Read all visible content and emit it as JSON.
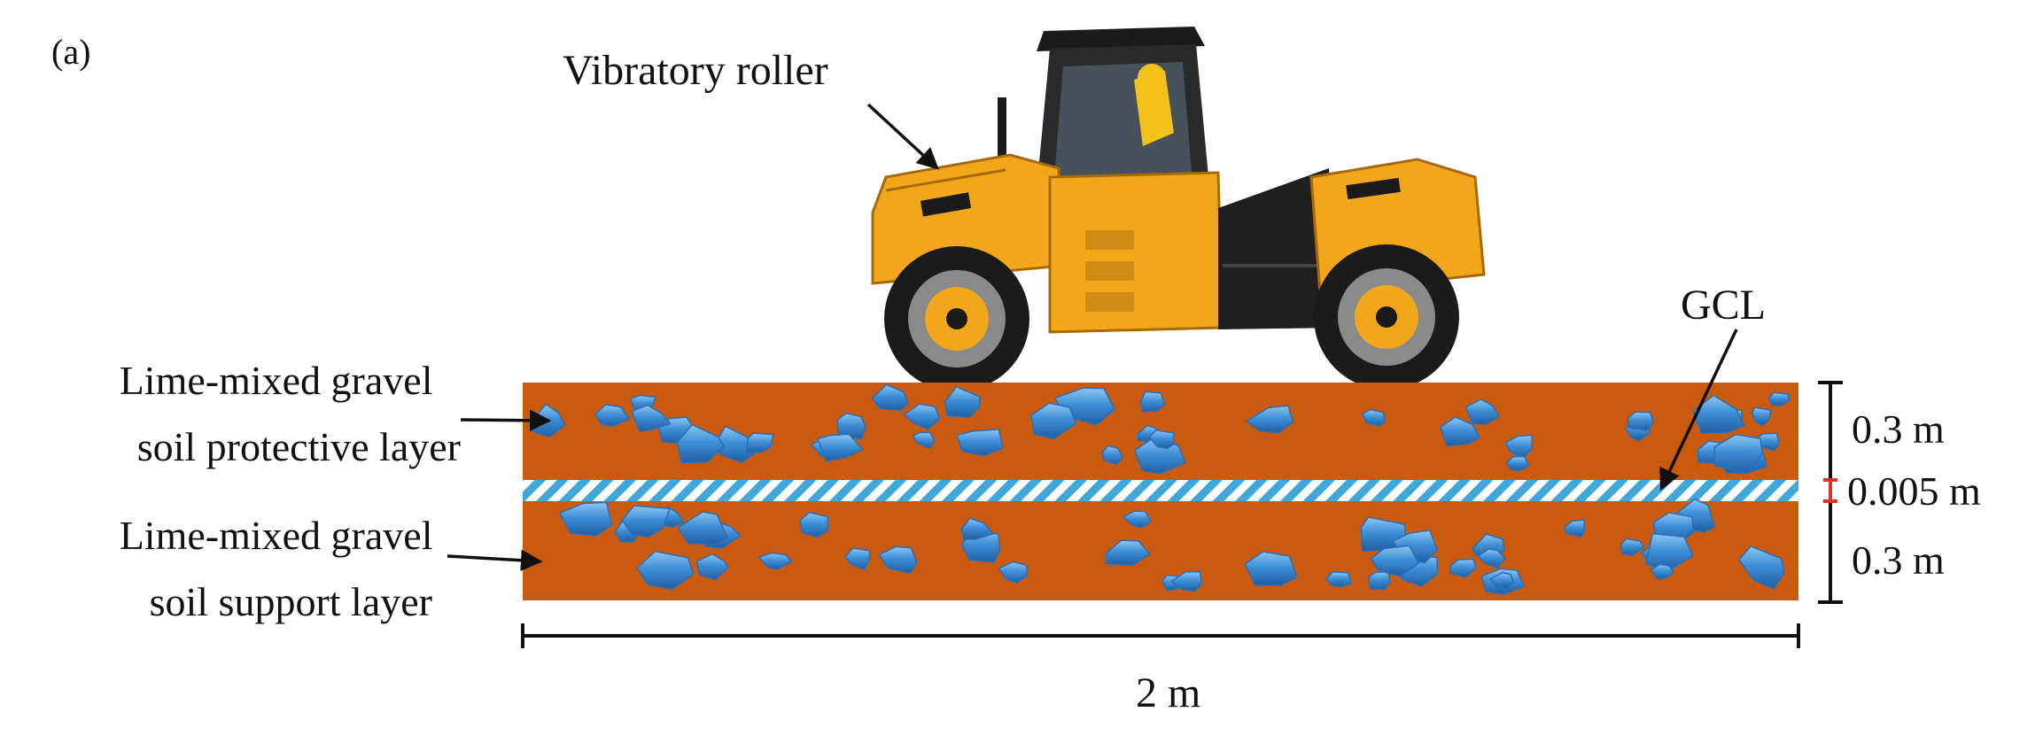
{
  "figure": {
    "panel_label": "(a)",
    "roller_label": "Vibratory roller",
    "gcl_label": "GCL",
    "protective_layer": [
      "Lime-mixed gravel",
      "soil protective layer"
    ],
    "support_layer": [
      "Lime-mixed gravel",
      "soil support layer"
    ],
    "dim_top": "0.3 m",
    "dim_gcl": "0.005 m",
    "dim_bottom": "0.3 m",
    "dim_width": "2 m"
  },
  "colors": {
    "soil": "#c95a0e",
    "gravel": "#3f8fd6",
    "gravel_highlight": "#8ec6f2",
    "gcl_stripe": "#3fa7d9",
    "roller_body": "#f2a71b",
    "roller_dark": "#1b1b1b",
    "dim_marker": "#e0302a"
  },
  "icons": {
    "roller": "vibratory-roller-icon",
    "gravel": "gravel-stone-icon"
  }
}
